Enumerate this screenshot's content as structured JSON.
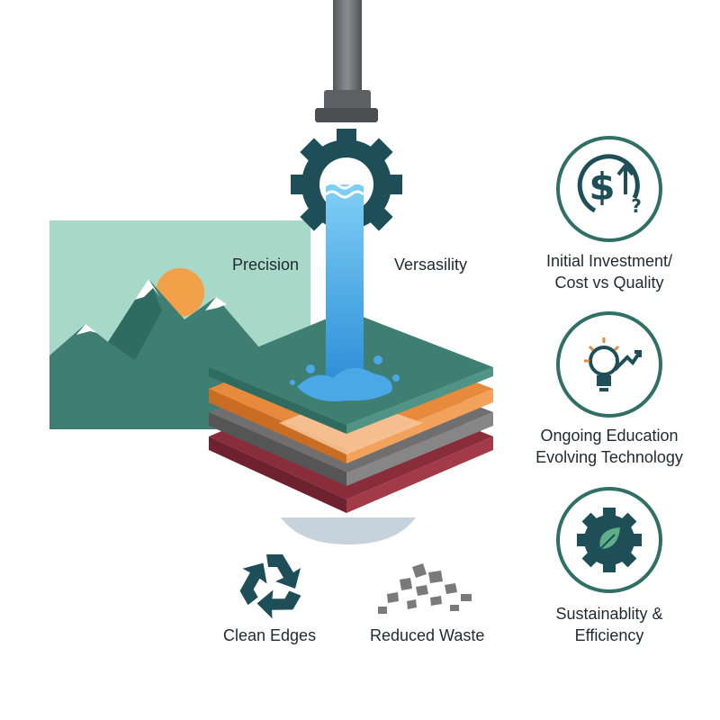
{
  "colors": {
    "teal": "#3f7f73",
    "teal_dark": "#1e4e57",
    "water": "#4aa8e6",
    "orange": "#e88a3c",
    "gray": "#6f6f6f",
    "maroon": "#8a2d3a",
    "sun": "#f2a04a",
    "sky": "#a8d8c8",
    "pipe": "#6b6f72"
  },
  "labels": {
    "precision": "Precision",
    "versatility": "Versasility",
    "clean_edges": "Clean Edges",
    "reduced_waste": "Reduced Waste"
  },
  "features": [
    {
      "line1": "Initial Investment/",
      "line2": "Cost vs Quality",
      "icon": "dollar-growth-icon"
    },
    {
      "line1": "Ongoing Education",
      "line2": "Evolving Technology",
      "icon": "lightbulb-growth-icon"
    },
    {
      "line1": "Sustainablity &",
      "line2": "Efficiency",
      "icon": "gear-leaf-icon"
    }
  ]
}
